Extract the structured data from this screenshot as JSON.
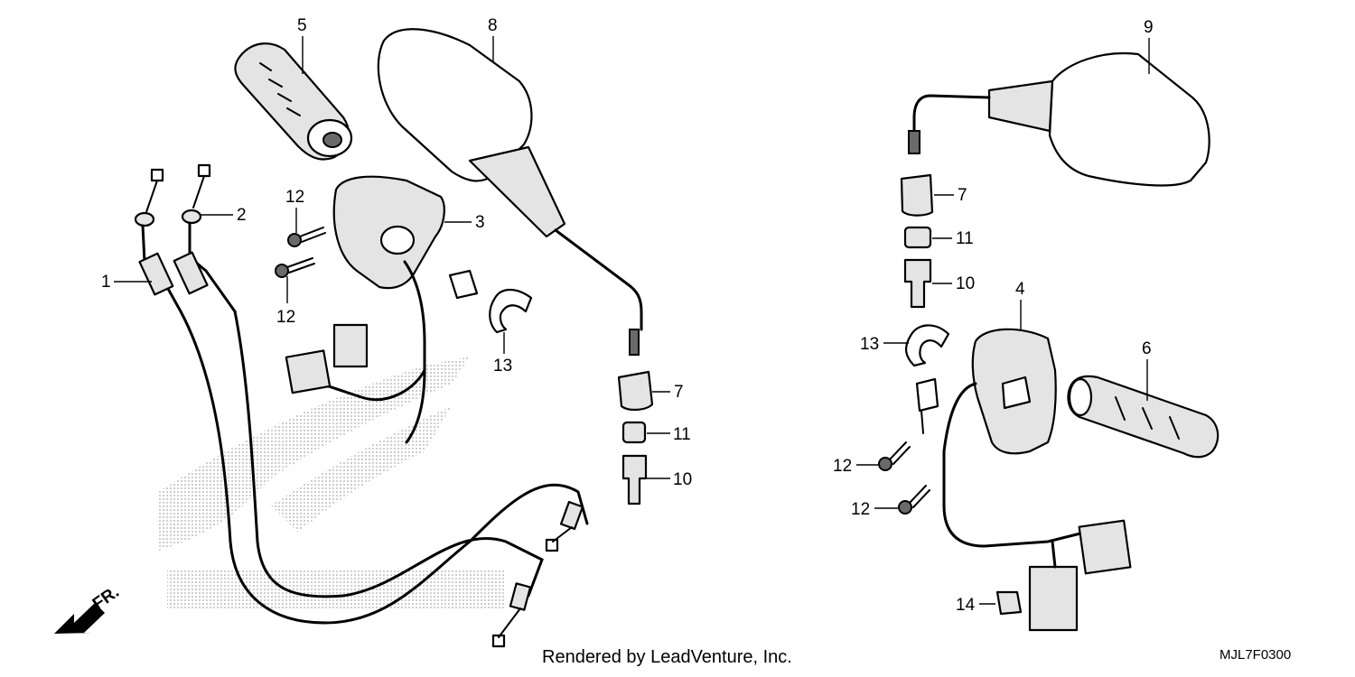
{
  "diagram": {
    "callouts": [
      {
        "id": "c1",
        "label": "1"
      },
      {
        "id": "c2",
        "label": "2"
      },
      {
        "id": "c3",
        "label": "3"
      },
      {
        "id": "c4",
        "label": "4"
      },
      {
        "id": "c5",
        "label": "5"
      },
      {
        "id": "c6",
        "label": "6"
      },
      {
        "id": "c7a",
        "label": "7"
      },
      {
        "id": "c7b",
        "label": "7"
      },
      {
        "id": "c8",
        "label": "8"
      },
      {
        "id": "c9",
        "label": "9"
      },
      {
        "id": "c10a",
        "label": "10"
      },
      {
        "id": "c10b",
        "label": "10"
      },
      {
        "id": "c11a",
        "label": "11"
      },
      {
        "id": "c11b",
        "label": "11"
      },
      {
        "id": "c12a",
        "label": "12"
      },
      {
        "id": "c12b",
        "label": "12"
      },
      {
        "id": "c12c",
        "label": "12"
      },
      {
        "id": "c12d",
        "label": "12"
      },
      {
        "id": "c13a",
        "label": "13"
      },
      {
        "id": "c13b",
        "label": "13"
      },
      {
        "id": "c14",
        "label": "14"
      }
    ],
    "direction_label": "FR.",
    "footer": "Rendered by LeadVenture, Inc.",
    "diagram_code": "MJL7F0300"
  }
}
